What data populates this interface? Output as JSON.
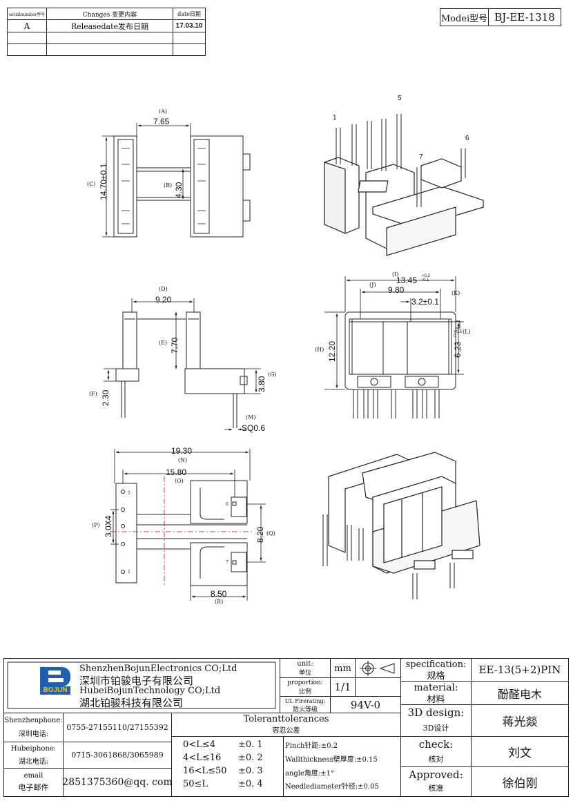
{
  "revision_table": {
    "headers": {
      "serial": "serialnumber序号",
      "changes": "Changes 变更内容",
      "date": "date日期"
    },
    "rows": [
      {
        "serial": "A",
        "changes": "Releasedate发布日期",
        "date": "17.03.10"
      }
    ]
  },
  "model": {
    "label": "Modei型号",
    "value": "BJ-EE-1318"
  },
  "drawing": {
    "labels": {
      "A": "(A)",
      "B": "(B)",
      "C": "(C)",
      "D": "(D)",
      "E": "(E)",
      "F": "(F)",
      "G": "(G)",
      "H": "(H)",
      "I": "(I)",
      "J": "(J)",
      "K": "(K)",
      "L": "(L)",
      "M": "(M)",
      "N": "(N)",
      "O": "(O)",
      "P": "(P)",
      "Q": "(Q)",
      "R": "(R)"
    },
    "dims": {
      "A": "7.65",
      "B": "4.30",
      "C": "14.70±0.1",
      "D": "9.20",
      "E": "7.70",
      "F": "2.30",
      "G": "3.80",
      "H": "12.20",
      "I": "13.45",
      "I_tol_up": "+0.2",
      "I_tol_low": "-0.1",
      "J": "9.80",
      "K": "3.2±0.1",
      "L": "6.23",
      "L_tol_up": "+0.5",
      "L_tol_low": "0",
      "M": "SQ0.6",
      "N": "19.30",
      "O": "15.80",
      "P": "3.0X4",
      "Q": "8.20",
      "R": "8.50"
    },
    "pins_iso": [
      "1",
      "5",
      "6",
      "7"
    ],
    "pins_top": [
      "5",
      "1",
      "6",
      "7"
    ]
  },
  "titleblock": {
    "company": {
      "en1": "ShenzhenBojunElectronics CO;Ltd",
      "cn1": "深圳市铂骏电子有限公司",
      "en2": "HubeiBojunTechnology CO;Ltd",
      "cn2": "湖北铂骏科技有限公司",
      "logo_text": "BOJUN"
    },
    "unit": {
      "label_en": "unit:",
      "label_cn": "单位",
      "value": "mm"
    },
    "proportion": {
      "label_en": "proportion:",
      "label_cn": "比例",
      "value": "1/1"
    },
    "fire": {
      "label_en": "UL Firerating:",
      "label_cn": "防火等级",
      "value": "94V-0"
    },
    "specification": {
      "label_en": "specification:",
      "label_cn": "规格",
      "value": "EE-13(5+2)PIN"
    },
    "material": {
      "label_en": "material:",
      "label_cn": "材料",
      "value": "酚醛电木"
    },
    "design3d": {
      "label_en": "3D design:",
      "label_cn": "3D设计",
      "value": "蒋光燚"
    },
    "check": {
      "label_en": "check:",
      "label_cn": "核对",
      "value": "刘文"
    },
    "approved": {
      "label_en": "Approved:",
      "label_cn": "核准",
      "value": "徐伯刚"
    },
    "contacts": [
      {
        "label_en": "Shenzhenphone:",
        "label_cn": "深圳电话:",
        "value": "0755-27155110/27155392"
      },
      {
        "label_en": "Hubeiphone:",
        "label_cn": "湖北电话:",
        "value": "0715-3061868/3065989"
      },
      {
        "label_en": "email",
        "label_cn": "电子邮件",
        "value": "2851375360@qq. com"
      }
    ],
    "tolerances": {
      "title_en": "Toleranttolerances",
      "title_cn": "容忍公差",
      "rows": [
        {
          "range": "0<L≤4",
          "tol": "±0. 1"
        },
        {
          "range": "4<L≤16",
          "tol": "±0. 2"
        },
        {
          "range": "16<L≤50",
          "tol": "±0. 3"
        },
        {
          "range": "50≤L",
          "tol": "±0. 4"
        }
      ],
      "notes": [
        "Pinch针距:±0.2",
        "Wallthickness壁厚度:±0.15",
        "angle角度:±1°",
        "Needlediameter针径:±0.05"
      ]
    }
  }
}
